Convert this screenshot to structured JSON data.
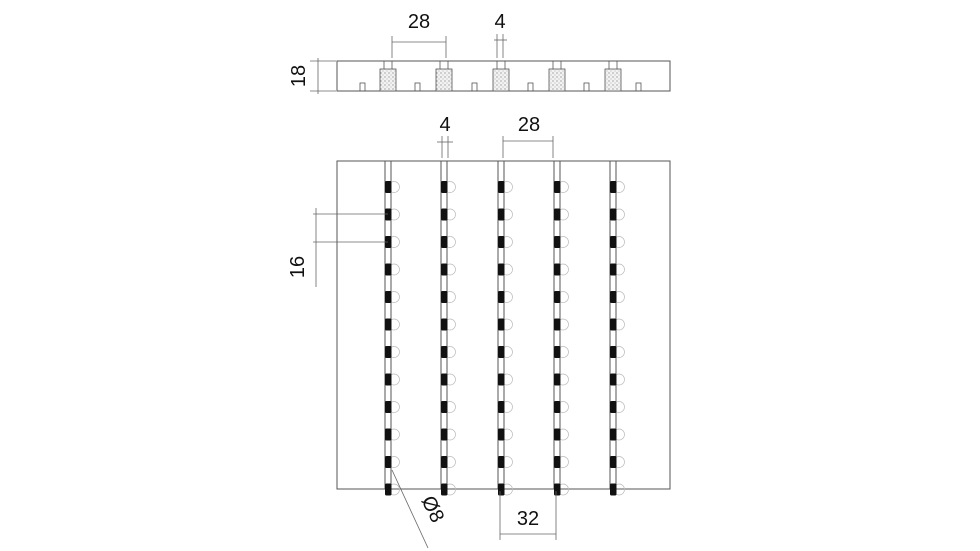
{
  "drawing": {
    "dims": {
      "slat_width_top": "28",
      "gap_top": "4",
      "thickness": "18",
      "gap_plan": "4",
      "slat_width_plan": "28",
      "dowel_spacing": "16",
      "hole_diameter": "Ø8",
      "centre_spacing": "32"
    },
    "colors": {
      "line": "#555555",
      "dowel": "#111111",
      "fill_pattern": "#888888"
    }
  }
}
